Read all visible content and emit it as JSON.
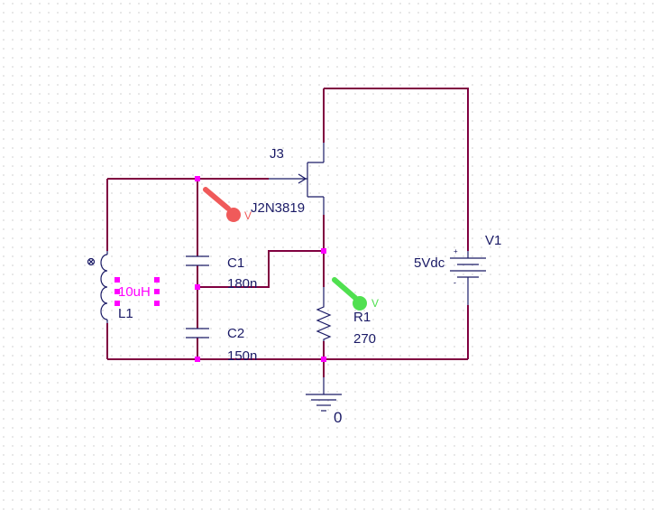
{
  "colors": {
    "wire": "#800040",
    "component": "#1a1a66",
    "node": "#ff00ff",
    "probe_red": "#f05a5a",
    "probe_green": "#50e050",
    "selected": "#ff00ff"
  },
  "components": {
    "j3": {
      "ref": "J3",
      "value": "J2N3819"
    },
    "c1": {
      "ref": "C1",
      "value": "180n"
    },
    "c2": {
      "ref": "C2",
      "value": "150n"
    },
    "l1": {
      "ref": "L1",
      "value": "10uH"
    },
    "r1": {
      "ref": "R1",
      "value": "270"
    },
    "v1": {
      "ref": "V1",
      "value": "5Vdc",
      "plus": "+",
      "minus": "-"
    },
    "gnd": {
      "value": "0"
    }
  },
  "probes": {
    "red": {
      "label": "V"
    },
    "green": {
      "label": "V"
    }
  }
}
